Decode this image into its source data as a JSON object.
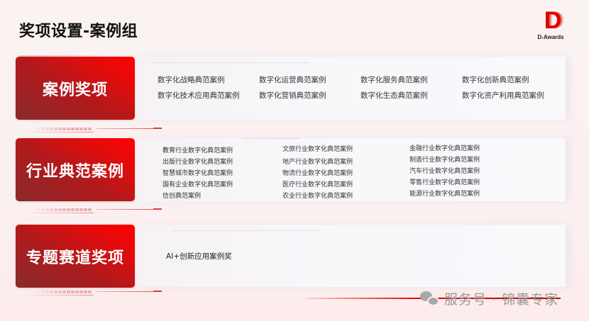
{
  "header": {
    "title": "奖项设置-案例组",
    "logo": {
      "mark": "D",
      "text": "D-Awards",
      "color": "#e10000"
    }
  },
  "sections": [
    {
      "label": "案例奖项",
      "items": [
        "数字化战略典范案例",
        "数字化运营典范案例",
        "数字化服务典范案例",
        "数字化创新典范案例",
        "数字化技术应用典范案例",
        "数字化营销典范案例",
        "数字化生态典范案例",
        "数字化资产利用典范案例"
      ]
    },
    {
      "label": "行业典范案例",
      "columns": [
        [
          "教育行业数字化典范案例",
          "出版行业数字化典范案例",
          "智慧城市数字化典范案例",
          "国有企业数字化典范案例",
          "信创典范案例"
        ],
        [
          "文旅行业数字化典范案例",
          "地产行业数字化典范案例",
          "物流行业数字化典范案例",
          "医疗行业数字化典范案例",
          "农业行业数字化典范案例"
        ],
        [
          "金融行业数字化典范案例",
          "制造行业数字化典范案例",
          "汽车行业数字化典范案例",
          "零售行业数字化典范案例",
          "能源行业数字化典范案例"
        ]
      ]
    },
    {
      "label": "专题赛道奖项",
      "items": [
        "AI+创新应用案例奖"
      ]
    }
  ],
  "watermark": {
    "icon": "wechat-icon",
    "text": "服务号 · 锦囊专家"
  },
  "colors": {
    "accent": "#e80a0a",
    "label_dark": "#8a2a2c",
    "panel_bg": "#f8f8fb",
    "page_bg": "#fbf1f1"
  }
}
